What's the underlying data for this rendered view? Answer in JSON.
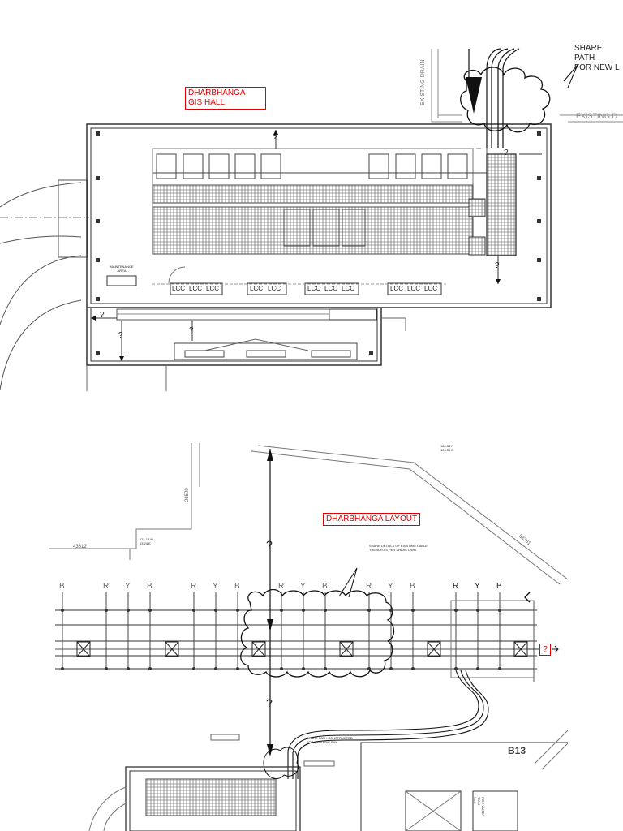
{
  "top": {
    "label": [
      "DHARBHANGA",
      "GIS HALL"
    ],
    "callout": [
      "SHARE PATH",
      "FOR NEW L"
    ],
    "existing_drain": "EXISTING DRAIN",
    "existing_d": "EXISTING D",
    "maintenance": [
      "MAINTENANCE",
      "AREA"
    ],
    "lcc": [
      "LCC",
      "LCC",
      "LCC",
      "LCC",
      "LCC",
      "LCC",
      "LCC",
      "LCC",
      "LCC",
      "LCC",
      "LCC"
    ],
    "question": "?"
  },
  "bottom": {
    "label": "DHARBHANGA LAYOUT",
    "coord1": [
      "180.54 N",
      "104.36 E"
    ],
    "coord2": [
      "171.18 N",
      "63.24 E"
    ],
    "dim1": "43612",
    "dim2": "26590",
    "dim3": "53781",
    "note": [
      "SHARE DETAILS OF EXISTING CABLE",
      "TRENCH AS PER SHARE DWG"
    ],
    "note2": [
      "SHARE PATH CONSTRUCTED",
      "FOR NEW LINE BAY"
    ],
    "phases": [
      "B",
      "R",
      "Y",
      "B",
      "R",
      "Y",
      "B",
      "R",
      "Y",
      "B",
      "R",
      "Y",
      "B",
      "R",
      "Y",
      "B"
    ],
    "b13": "B13",
    "water_tank": [
      "FIRE WATER",
      "TANK",
      "No.2"
    ],
    "question": "?"
  }
}
